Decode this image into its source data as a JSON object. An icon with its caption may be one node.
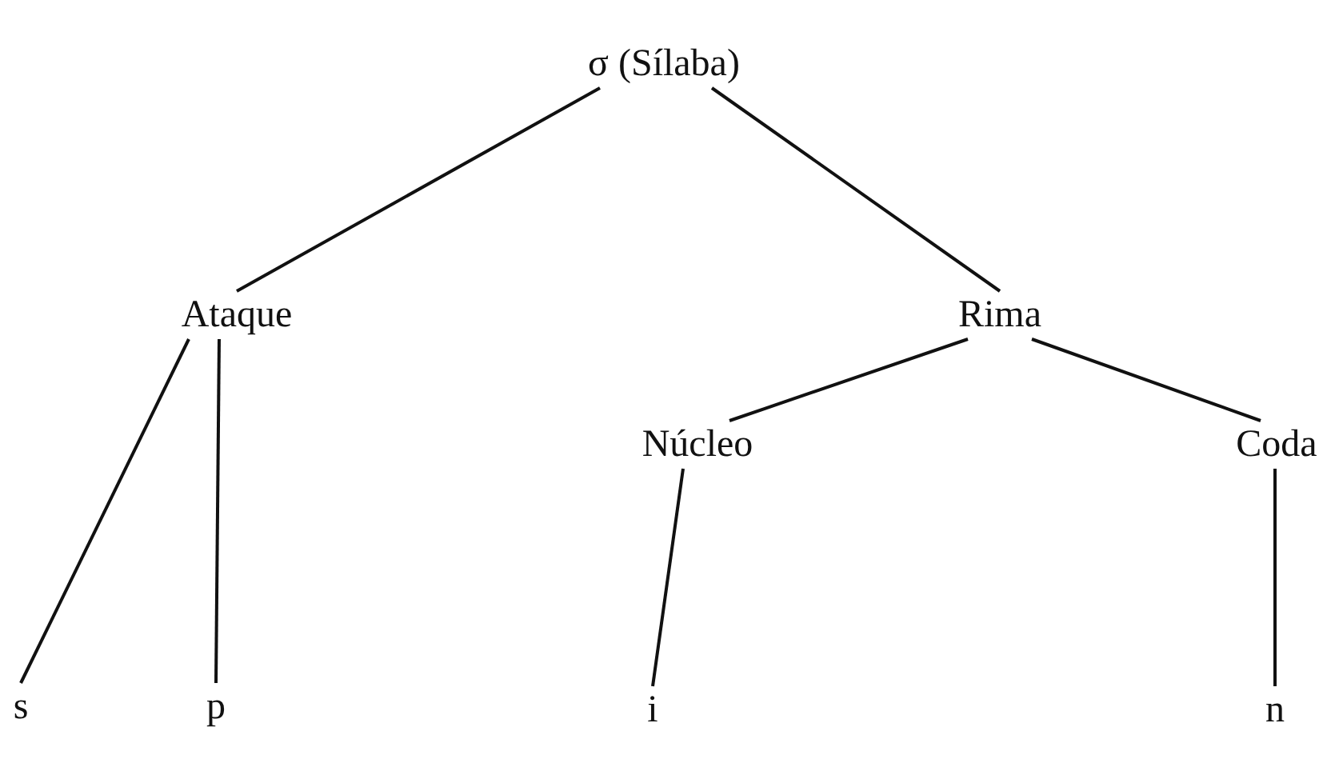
{
  "diagram": {
    "nodes": [
      {
        "text": [
          "σ (Sílaba)"
        ]
      },
      {
        "text": [
          "Ataque"
        ]
      },
      {
        "text": [
          "Rima"
        ]
      },
      {
        "text": [
          "Núcleo"
        ]
      },
      {
        "text": [
          "Coda"
        ]
      },
      {
        "text": [
          "s"
        ]
      },
      {
        "text": [
          "p"
        ]
      },
      {
        "text": [
          "i"
        ]
      },
      {
        "text": [
          "n"
        ]
      }
    ],
    "edges": [
      {
        "from": 0,
        "to": 1,
        "arrow": "none"
      },
      {
        "from": 0,
        "to": 2,
        "arrow": "none"
      },
      {
        "from": 1,
        "to": 5,
        "arrow": "none"
      },
      {
        "from": 1,
        "to": 6,
        "arrow": "none"
      },
      {
        "from": 2,
        "to": 3,
        "arrow": "none"
      },
      {
        "from": 2,
        "to": 4,
        "arrow": "none"
      },
      {
        "from": 3,
        "to": 7,
        "arrow": "none"
      },
      {
        "from": 4,
        "to": 8,
        "arrow": "none"
      }
    ]
  }
}
